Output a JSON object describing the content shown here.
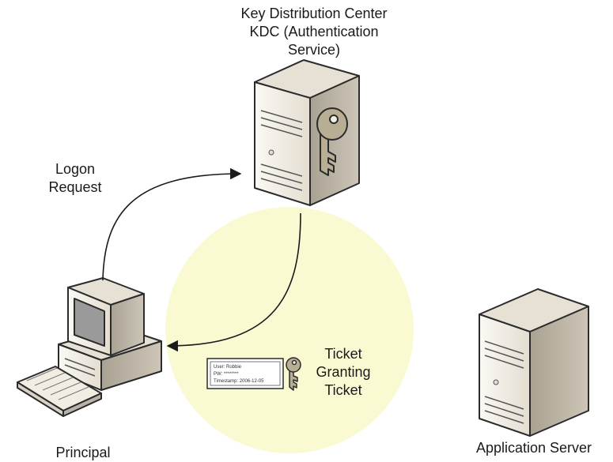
{
  "kdc": {
    "lines": [
      "Key Distribution Center",
      "KDC (Authentication",
      "Service)"
    ]
  },
  "logon_request": {
    "lines": [
      "Logon",
      "Request"
    ]
  },
  "ticket_label": {
    "lines": [
      "Ticket",
      "Granting",
      "Ticket"
    ]
  },
  "ticket_card": {
    "user": "User: Robbie",
    "pw": "PW: ********",
    "timestamp": "Timestamp: 2006-12-05"
  },
  "principal": {
    "label": "Principal"
  },
  "app_server": {
    "label": "Application Server"
  },
  "colors": {
    "highlight": "#fafad2",
    "server_front": "#f2ede3",
    "server_side": "#b9b2a6",
    "server_top": "#e7e1d5",
    "key": "#b8ae94",
    "outline": "#2b2b2b"
  }
}
